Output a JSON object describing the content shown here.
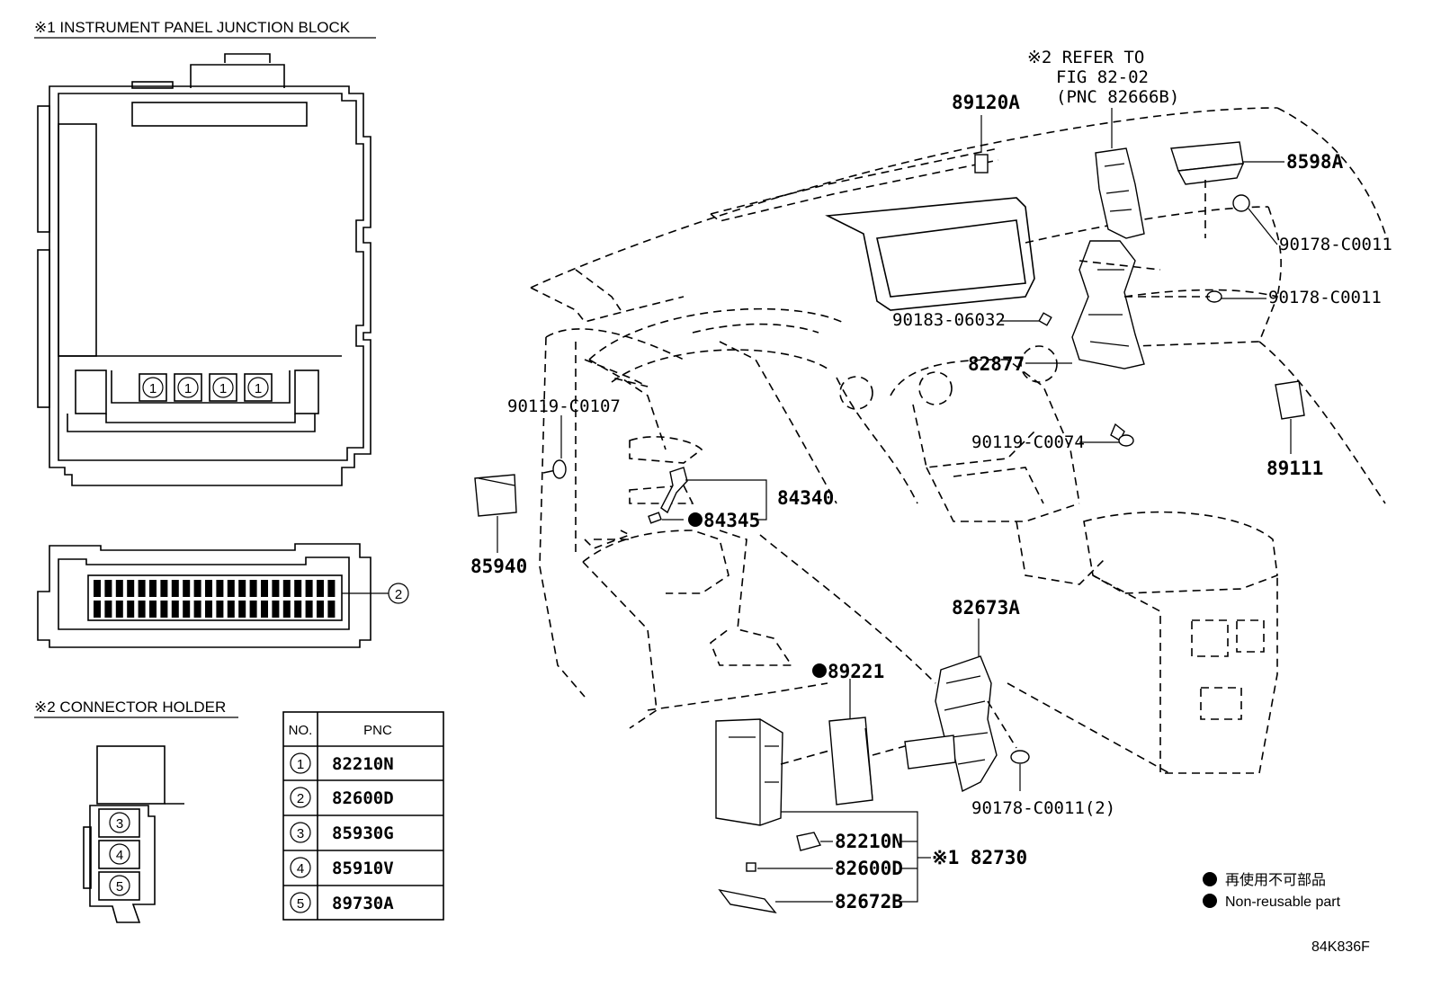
{
  "diagram_code": "84K836F",
  "notes": {
    "note1_title": "※1 INSTRUMENT PANEL JUNCTION BLOCK",
    "note2_title": "※2 CONNECTOR HOLDER",
    "refer_line1": "※2 REFER TO",
    "refer_line2": "FIG 82-02",
    "refer_line3": "(PNC 82666B)"
  },
  "junction_block_markers": [
    "1",
    "1",
    "1",
    "1"
  ],
  "connector_marker": "2",
  "holder_markers": [
    "3",
    "4",
    "5"
  ],
  "parts": {
    "p89120A": "89120A",
    "p8598A": "8598A",
    "p90178_1": "90178-C0011",
    "p90178_2": "90178-C0011",
    "p90183": "90183-06032",
    "p82877": "82877",
    "p90119_a": "90119-C0107",
    "p90119_b": "90119-C0074",
    "p89111": "89111",
    "p84340": "84340",
    "p84345": "84345",
    "p85940": "85940",
    "p82673A": "82673A",
    "p89221": "89221",
    "p90178_3": "90178-C0011(2)",
    "p82210N": "82210N",
    "p82600D": "82600D",
    "p82672B": "82672B",
    "p82730": "※1 82730"
  },
  "pnc_table": {
    "header_no": "NO.",
    "header_pnc": "PNC",
    "rows": [
      {
        "no": "1",
        "pnc": "82210N"
      },
      {
        "no": "2",
        "pnc": "82600D"
      },
      {
        "no": "3",
        "pnc": "85930G"
      },
      {
        "no": "4",
        "pnc": "85910V"
      },
      {
        "no": "5",
        "pnc": "89730A"
      }
    ]
  },
  "legend": {
    "line_jp": "再使用不可部品",
    "line_en": "Non-reusable part"
  }
}
